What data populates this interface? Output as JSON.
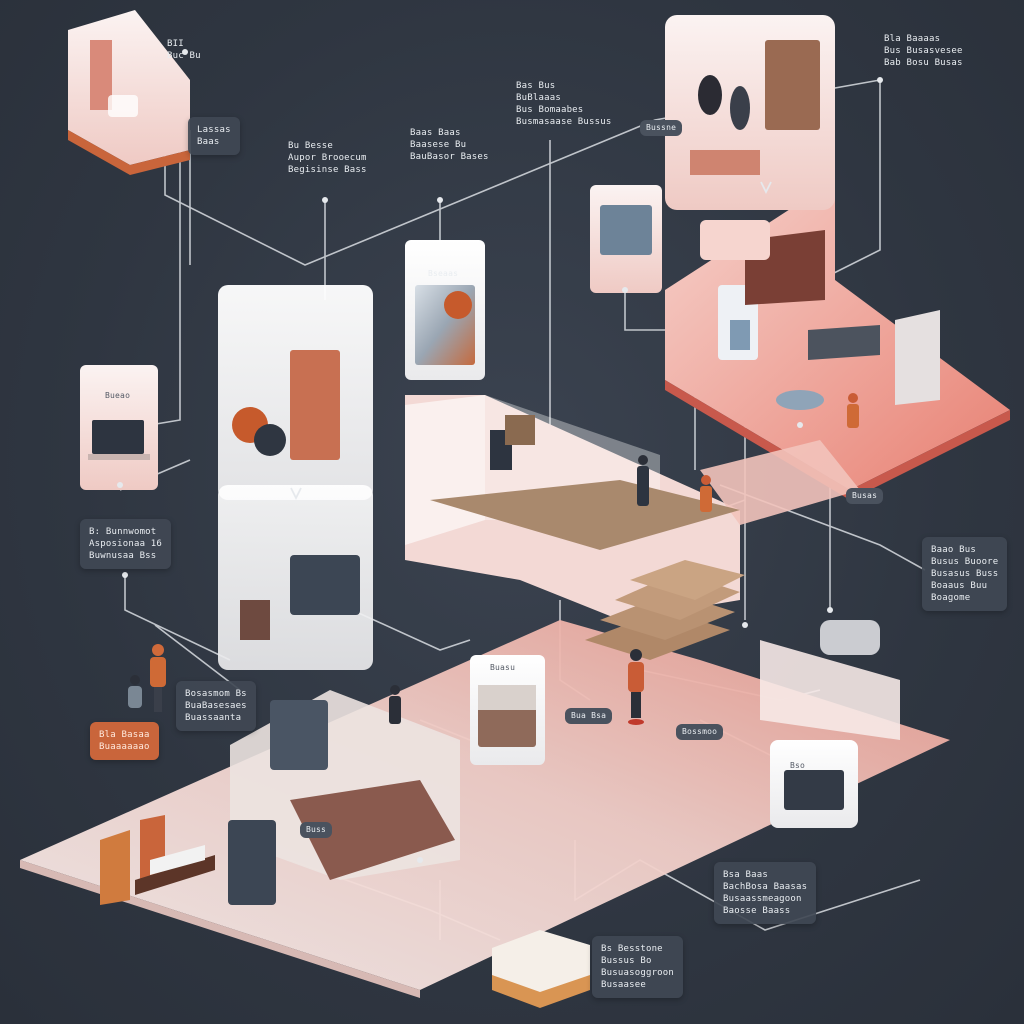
{
  "labels": {
    "top_left_title": "BII\nBuc Bu",
    "top_left_box": "Lassas\nBaas",
    "upper_mid_left": "Bu Besse\nAupor Brooecum\nBegisinse Bass",
    "upper_mid": "Baas Baas\nBaasese Bu\nBauBasor Bases",
    "top_center": "Bas Bus\nBuBlaaas\nBus Bomaabes\nBusmasaase Bussus",
    "top_right": "Bla Baaaas\nBus Busasvesee\nBab Bosu Busas",
    "left_mid": "B: Bunnwomot\nAsposionaa 16\nBuwnusaa Bss",
    "right_mid": "Baao Bus\nBusus Buoore\nBusasus Buss\nBoaaus Buu\nBoagome",
    "left_orange": "Bla Basaa\nBuaaaaaao",
    "left_dark": "Bosasmom Bs\nBuaBasesaes\nBuassaanta",
    "bottom_right": "Bsa Baas\nBachBosa Baasas\nBusaassmeagoon\nBaosse Baass",
    "bottom_center": "Bs Besstone\nBussus Bo\nBusuasoggroon\nBusaasee",
    "small_1": "Bseaas",
    "small_2": "Bueao",
    "small_3": "Bussne",
    "small_4": "Busas",
    "small_5": "Bossmoo",
    "small_6": "Bua Bsa",
    "small_7": "Buss",
    "small_8": "Bso",
    "small_9": "Buasu"
  },
  "colors": {
    "background": "#2f3641",
    "floor_pink": "#f0c9c3",
    "floor_pale": "#f6ecea",
    "accent_coral": "#e8796a",
    "accent_orange": "#c9653b",
    "connector": "#d9dde2",
    "label_box": "#404854"
  }
}
